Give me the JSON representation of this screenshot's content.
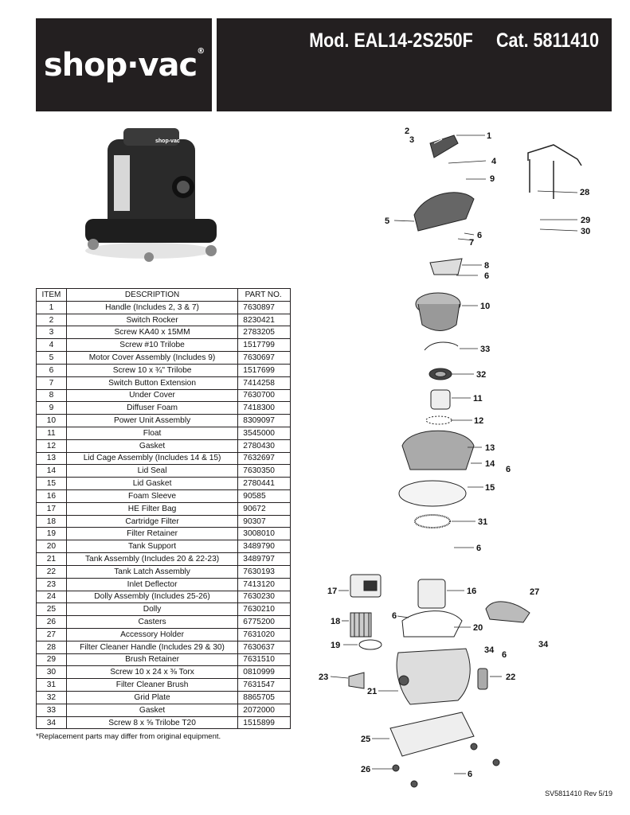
{
  "header": {
    "brand": "shop·vac",
    "brand_mark": "®",
    "model": "Mod. EAL14-2S250F",
    "catalog": "Cat. 5811410"
  },
  "table": {
    "columns": [
      "ITEM",
      "DESCRIPTION",
      "PART NO."
    ],
    "rows": [
      [
        "1",
        "Handle (Includes 2, 3 & 7)",
        "7630897"
      ],
      [
        "2",
        "Switch Rocker",
        "8230421"
      ],
      [
        "3",
        "Screw KA40 x 15MM",
        "2783205"
      ],
      [
        "4",
        "Screw #10 Trilobe",
        "1517799"
      ],
      [
        "5",
        "Motor Cover Assembly (Includes 9)",
        "7630697"
      ],
      [
        "6",
        "Screw 10 x ¾\" Trilobe",
        "1517699"
      ],
      [
        "7",
        "Switch Button Extension",
        "7414258"
      ],
      [
        "8",
        "Under Cover",
        "7630700"
      ],
      [
        "9",
        "Diffuser Foam",
        "7418300"
      ],
      [
        "10",
        "Power Unit Assembly",
        "8309097"
      ],
      [
        "11",
        "Float",
        "3545000"
      ],
      [
        "12",
        "Gasket",
        "2780430"
      ],
      [
        "13",
        "Lid Cage Assembly (Includes 14 & 15)",
        "7632697"
      ],
      [
        "14",
        "Lid Seal",
        "7630350"
      ],
      [
        "15",
        "Lid Gasket",
        "2780441"
      ],
      [
        "16",
        "Foam Sleeve",
        "90585"
      ],
      [
        "17",
        "HE Filter Bag",
        "90672"
      ],
      [
        "18",
        "Cartridge Filter",
        "90307"
      ],
      [
        "19",
        "Filter Retainer",
        "3008010"
      ],
      [
        "20",
        "Tank Support",
        "3489790"
      ],
      [
        "21",
        "Tank Assembly (Includes 20 & 22-23)",
        "3489797"
      ],
      [
        "22",
        "Tank Latch Assembly",
        "7630193"
      ],
      [
        "23",
        "Inlet Deflector",
        "7413120"
      ],
      [
        "24",
        "Dolly Assembly (Includes 25-26)",
        "7630230"
      ],
      [
        "25",
        "Dolly",
        "7630210"
      ],
      [
        "26",
        "Casters",
        "6775200"
      ],
      [
        "27",
        "Accessory Holder",
        "7631020"
      ],
      [
        "28",
        "Filter Cleaner Handle (Includes 29 & 30)",
        "7630637"
      ],
      [
        "29",
        "Brush Retainer",
        "7631510"
      ],
      [
        "30",
        "Screw 10 x 24 x ⅜ Torx",
        "0810999"
      ],
      [
        "31",
        "Filter Cleaner Brush",
        "7631547"
      ],
      [
        "32",
        "Grid Plate",
        "8865705"
      ],
      [
        "33",
        "Gasket",
        "2072000"
      ],
      [
        "34",
        "Screw 8 x ⅝ Trilobe T20",
        "1515899"
      ]
    ]
  },
  "footnote": "*Replacement parts may differ from original equipment.",
  "revision": "SV5811410 Rev 5/19",
  "diagram_labels": [
    "1",
    "2",
    "3",
    "4",
    "5",
    "6",
    "7",
    "8",
    "9",
    "10",
    "11",
    "12",
    "13",
    "14",
    "15",
    "16",
    "17",
    "18",
    "19",
    "20",
    "21",
    "22",
    "23",
    "25",
    "26",
    "27",
    "28",
    "29",
    "30",
    "31",
    "32",
    "33",
    "34"
  ],
  "colors": {
    "header_bg": "#231f20",
    "header_text": "#ffffff"
  }
}
